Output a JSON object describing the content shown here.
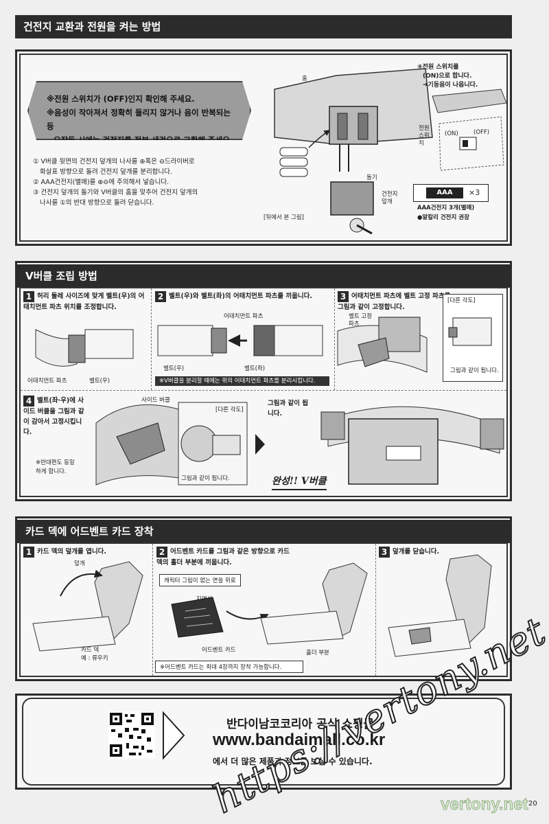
{
  "sections": {
    "battery": {
      "title": "건전지 교환과 전원을 켜는 방법",
      "callout_line1": "※전원 스위치가 (OFF)인지 확인해 주세요.",
      "callout_line2": "※음성이 작아져서 정확히 들리지 않거나 음이 반복되는 등",
      "callout_line3": "오작동 시에는 건전지를 전부 새것으로 교환해 주세요.",
      "step1_line1": "① V버클 뒷면의 건전지 덮개의 나사를 ⊕혹은 ⊖드라이버로",
      "step1_line2": "화살표 방향으로 돌려 건전지 덮개를 분리합니다.",
      "step2": "② AAA건전지(별매)를 ⊕⊖에 주의해서 넣습니다.",
      "step3_line1": "③ 건전지 덮개의 돌기와 V버클의 홈을 맞추어 건전지 덮개의",
      "step3_line2": "나사를 ①의 반대 방향으로 돌려 닫습니다.",
      "groove_label": "홈",
      "protrusion_label": "돌기",
      "cover_label": "건전지 덮개",
      "from_below": "[뒤에서 본 그림]",
      "step4_line1": "④전원 스위치를",
      "step4_line2": "(ON)으로 합니다.",
      "step4_line3": "➜기동음이 나옵니다.",
      "power_switch": "전원 스위치",
      "on": "(ON)",
      "off": "(OFF)",
      "aaa": "AAA",
      "count": "×3",
      "battery_note": "AAA건전지 3개(별매)",
      "alkaline_note": "●알칼리 건전지 권장"
    },
    "buckle": {
      "title": "V버클 조립 방법",
      "step1": "허리 둘레 사이즈에 맞게 벨트(우)의 어태치먼트 파츠 위치를 조정합니다.",
      "step1_label_parts": "어태치먼트 파츠",
      "step1_label_belt": "벨트(우)",
      "step2": "벨트(우)와 벨트(좌)의 어태치먼트 파츠를 끼웁니다.",
      "step2_label_parts": "어태치먼트 파츠",
      "step2_label_right": "벨트(우)",
      "step2_label_left": "벨트(좌)",
      "step2_note": "※V버클을 분리할 때에는 위의 어태치먼트 파츠를 분리시킵니다.",
      "step3": "어태치먼트 파츠에 벨트 고정 파츠를 그림과 같이 고정합니다.",
      "step3_label_fix": "벨트 고정 파츠",
      "other_angle": "[다른 각도]",
      "same_as_pic": "그림과 같이 됩니다.",
      "step4": "벨트(좌·우)에 사이드 버클을 그림과 같이 감아서 고정시킵니다.",
      "step4_note": "※반대편도 동일하게 합니다.",
      "side_buckle": "사이드 버클",
      "result_text": "그림과 같이 됩니다.",
      "complete": "완성!! V버클"
    },
    "card": {
      "title": "카드 덱에 어드벤트 카드 장착",
      "step1": "카드 덱의 덮개를 엽니다.",
      "lid": "덮개",
      "deck_label_1": "카드 덱",
      "deck_label_2": "예 : 류우키",
      "step2": "어드벤트 카드를 그림과 같은 방향으로 카드 덱의 홀더 부분에 끼웁니다.",
      "card_note_box": "캐릭터 그림이 없는 면을 위로",
      "mirror": "지면상",
      "advent_card": "어드벤트 카드",
      "holder": "홀더 부분",
      "step2_note": "※어드벤트 카드는 최대 4장까지 장착 가능합니다.",
      "step3": "덮개를 닫습니다."
    },
    "shop": {
      "title": "반다이남코코리아 공식 쇼핑몰",
      "url": "www.bandaimall.co.kr",
      "desc": "에서 더 많은 제품과 정보를 보실 수 있습니다."
    }
  },
  "watermark": "https://vertony.net",
  "corner_logo": "vertony.net",
  "page_number": "20"
}
